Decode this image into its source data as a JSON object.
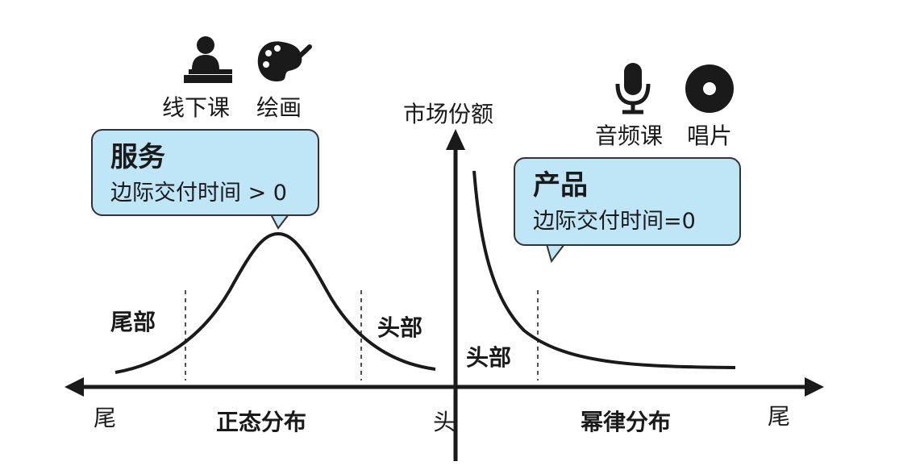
{
  "axes": {
    "y_label": "市场份额",
    "left_end": "尾",
    "center": "头",
    "right_end": "尾"
  },
  "normal_distribution": {
    "name": "正态分布",
    "tail_label": "尾部",
    "head_label": "头部",
    "bubble": {
      "title": "服务",
      "subtitle": "边际交付时间 > 0"
    },
    "icons": [
      {
        "icon": "teacher-icon",
        "label": "线下课"
      },
      {
        "icon": "palette-icon",
        "label": "绘画"
      }
    ]
  },
  "power_law": {
    "name": "幂律分布",
    "head_label": "头部",
    "bubble": {
      "title": "产品",
      "subtitle": "边际交付时间=0"
    },
    "icons": [
      {
        "icon": "microphone-icon",
        "label": "音频课"
      },
      {
        "icon": "vinyl-record-icon",
        "label": "唱片"
      }
    ]
  },
  "colors": {
    "bubble_fill": "#bfe6f6",
    "line": "#1a1a1a"
  }
}
